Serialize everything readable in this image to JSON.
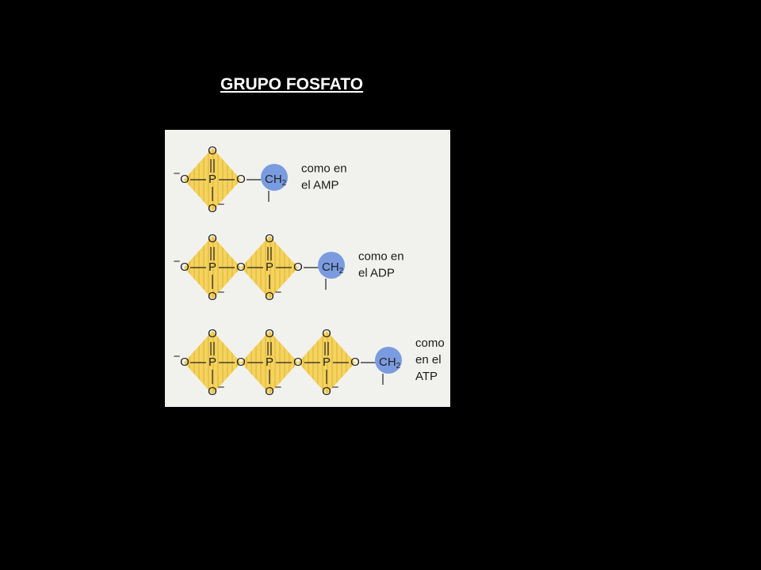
{
  "slide": {
    "title": "GRUPO FOSFATO"
  },
  "diagram": {
    "colors": {
      "phosphate_fill": "#f4d35e",
      "phosphate_stripe": "#e8b93a",
      "ch2_fill": "#7a9be0",
      "background": "#f1f2ee"
    },
    "atoms": {
      "oxygen": "O",
      "phosphorus": "P",
      "charge_minus": "−",
      "ch2": "CH",
      "ch2_sub": "2"
    },
    "rows": [
      {
        "name": "AMP",
        "phosphate_count": 1,
        "label_lines": [
          "como en",
          "el AMP"
        ]
      },
      {
        "name": "ADP",
        "phosphate_count": 2,
        "label_lines": [
          "como en",
          "el ADP"
        ]
      },
      {
        "name": "ATP",
        "phosphate_count": 3,
        "label_lines": [
          "como",
          "en  el",
          "ATP"
        ]
      }
    ]
  }
}
